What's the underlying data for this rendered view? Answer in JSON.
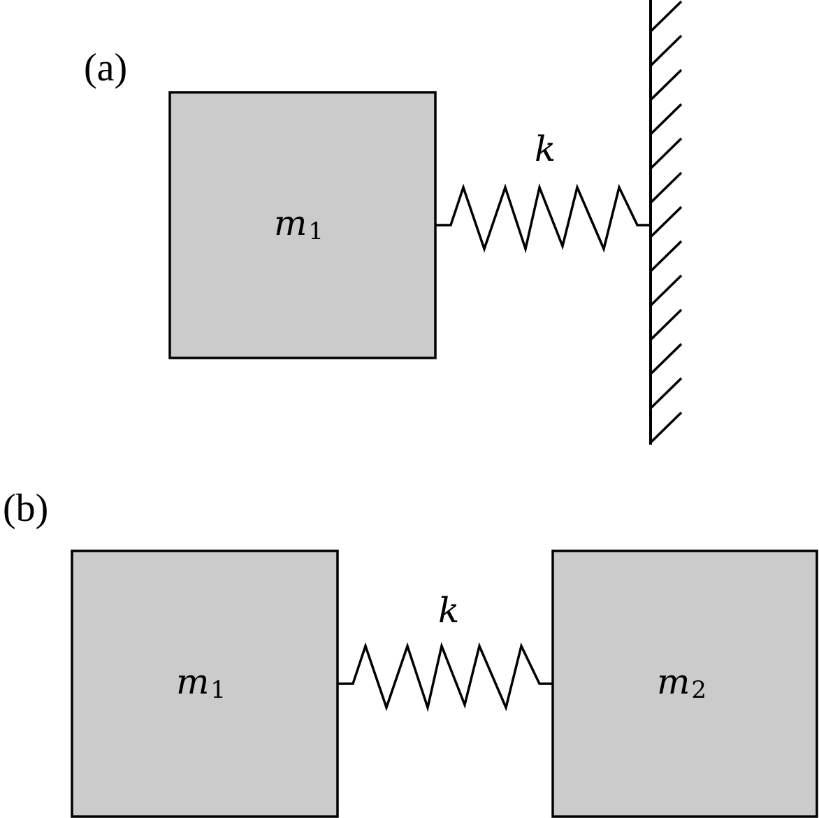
{
  "panels": {
    "a": {
      "label": "(a)",
      "mass1": {
        "symbol": "m",
        "subscript": "1"
      },
      "spring": {
        "symbol": "k"
      }
    },
    "b": {
      "label": "(b)",
      "mass1": {
        "symbol": "m",
        "subscript": "1"
      },
      "mass2": {
        "symbol": "m",
        "subscript": "2"
      },
      "spring": {
        "symbol": "k"
      }
    }
  },
  "colors": {
    "mass_fill": "#cbcbcb",
    "stroke": "#000000",
    "background": "#ffffff"
  }
}
